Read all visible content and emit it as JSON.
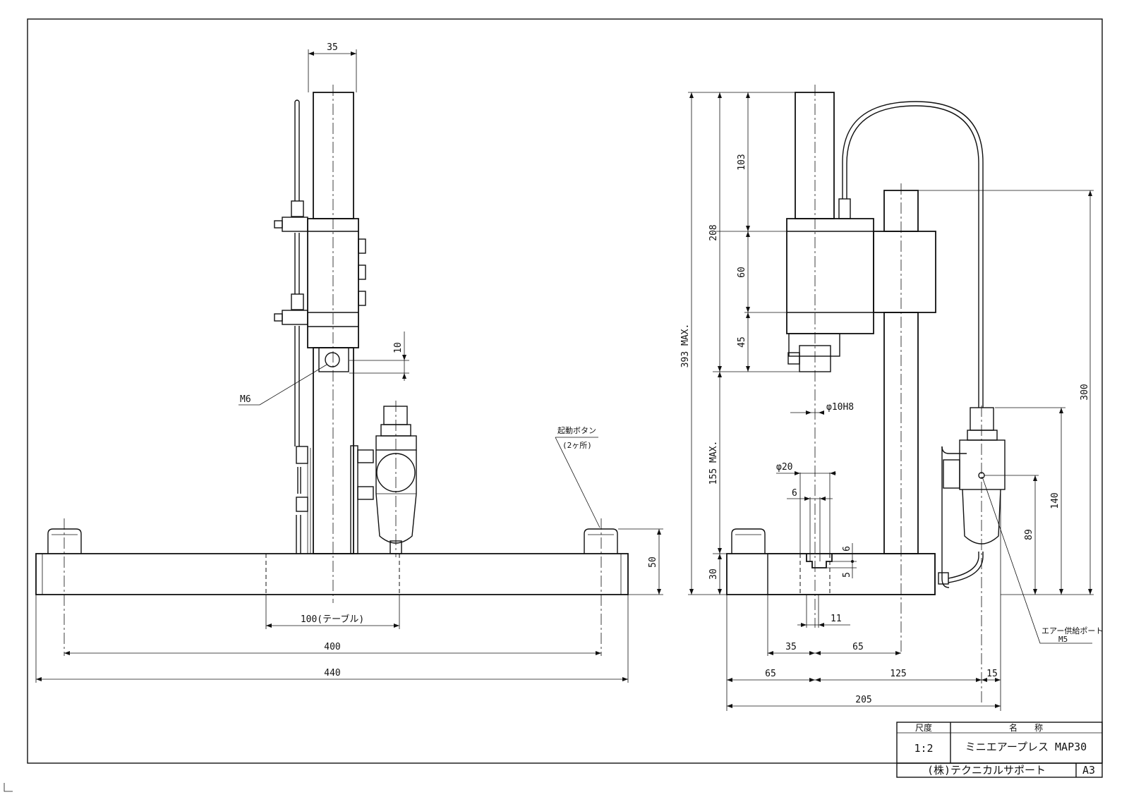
{
  "front_view": {
    "dims": {
      "column_width": "35",
      "gap_10": "10",
      "thread": "M6",
      "table": "100(テーブル)",
      "height_50": "50",
      "width_400": "400",
      "width_440": "440"
    },
    "start_button_note": {
      "line1": "起動ボタン",
      "line2": "(2ヶ所)"
    }
  },
  "side_view": {
    "dims": {
      "h_393": "393 MAX.",
      "h_208": "208",
      "h_103": "103",
      "h_60": "60",
      "h_45": "45",
      "h_155": "155 MAX.",
      "h_30": "30",
      "bore": "φ10H8",
      "dia20": "φ20",
      "slot_6w": "6",
      "slot_6h": "6",
      "slot_5": "5",
      "slot_11": "11",
      "w_35": "35",
      "w_65a": "65",
      "w_65b": "65",
      "w_125": "125",
      "w_15": "15",
      "w_205": "205",
      "h_300": "300",
      "h_140": "140",
      "h_89": "89"
    },
    "air_port_note": {
      "line1": "エアー供給ポート",
      "line2": "M5"
    }
  },
  "title_block": {
    "scale_label": "尺度",
    "scale_value": "1:2",
    "name_label": "名　　称",
    "product_name": "ミニエアープレス MAP30",
    "company": "(株)テクニカルサポート",
    "sheet_size": "A3"
  }
}
